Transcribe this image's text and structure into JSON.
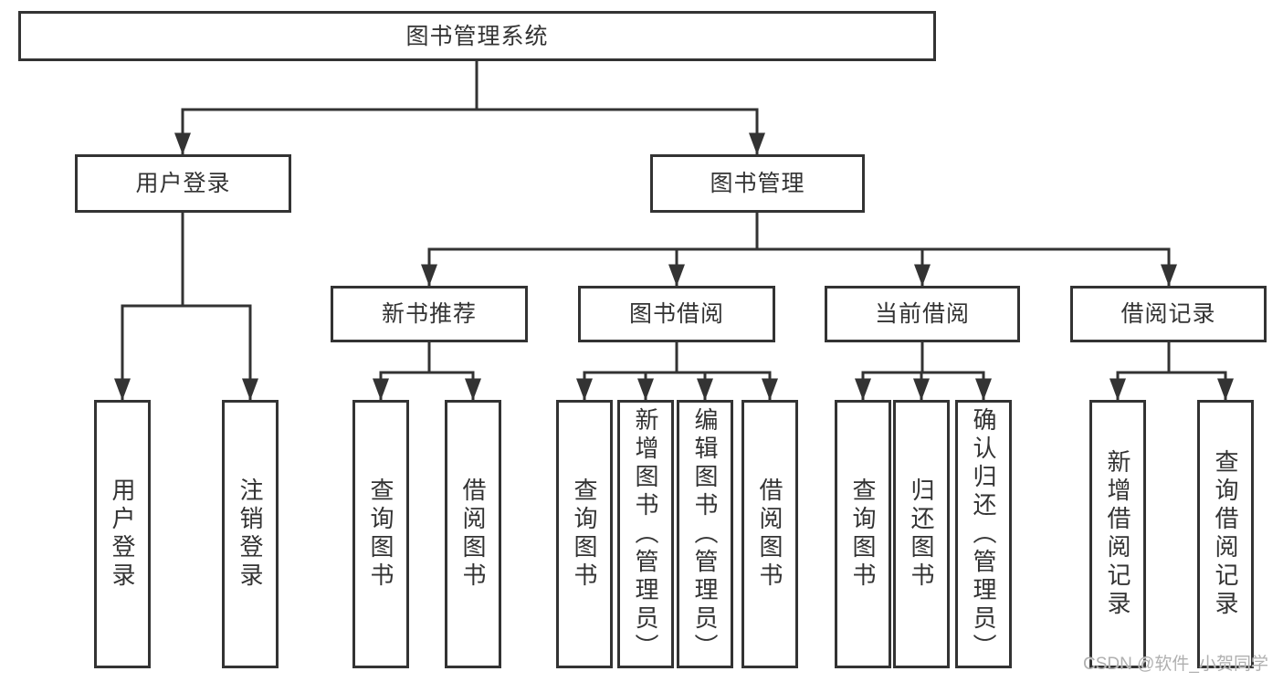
{
  "diagram": {
    "title": "图书管理系统",
    "nodes": {
      "root": "图书管理系统",
      "user_login": "用户登录",
      "book_management": "图书管理",
      "new_book_rec": "新书推荐",
      "book_borrow": "图书借阅",
      "current_borrow": "当前借阅",
      "borrow_records": "借阅记录",
      "ul_leaves": [
        "用户登录",
        "注销登录"
      ],
      "nbr_leaves": [
        "查询图书",
        "借阅图书"
      ],
      "bb_leaves": [
        "查询图书",
        "新增图书（管理员）",
        "编辑图书（管理员）",
        "借阅图书"
      ],
      "cb_leaves": [
        "查询图书",
        "归还图书",
        "确认归还（管理员）"
      ],
      "br_leaves": [
        "新增借阅记录",
        "查询借阅记录"
      ]
    },
    "hierarchy": {
      "图书管理系统": {
        "用户登录": [
          "用户登录",
          "注销登录"
        ],
        "图书管理": {
          "新书推荐": [
            "查询图书",
            "借阅图书"
          ],
          "图书借阅": [
            "查询图书",
            "新增图书（管理员）",
            "编辑图书（管理员）",
            "借阅图书"
          ],
          "当前借阅": [
            "查询图书",
            "归还图书",
            "确认归还（管理员）"
          ],
          "借阅记录": [
            "新增借阅记录",
            "查询借阅记录"
          ]
        }
      }
    },
    "colors": {
      "line": "#333333",
      "border": "#333333",
      "text": "#333333",
      "background": "#ffffff",
      "watermark": "#b0b0b0"
    }
  },
  "watermark": {
    "text": "CSDN @软件_小贺同学"
  }
}
